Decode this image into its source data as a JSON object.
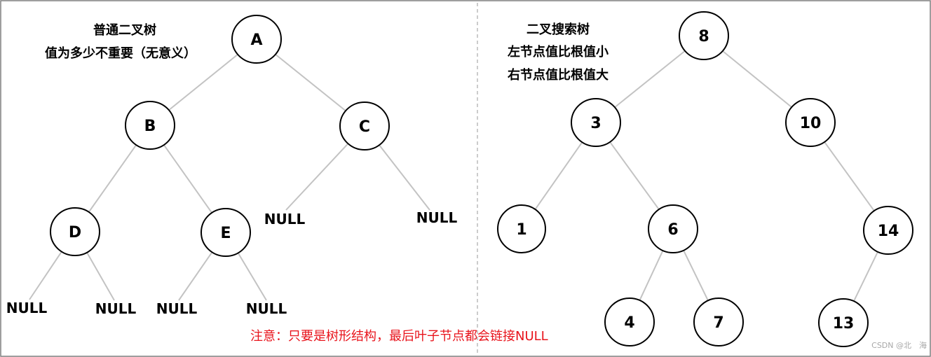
{
  "left_tree": {
    "caption_lines": [
      "普通二叉树",
      "值为多少不重要（无意义）"
    ],
    "nodes": [
      {
        "id": "a",
        "label": "A"
      },
      {
        "id": "b",
        "label": "B"
      },
      {
        "id": "c",
        "label": "C"
      },
      {
        "id": "d",
        "label": "D"
      },
      {
        "id": "e",
        "label": "E"
      }
    ],
    "nulls": [
      "NULL",
      "NULL",
      "NULL",
      "NULL",
      "NULL",
      "NULL"
    ],
    "edges": [
      [
        "a",
        "b"
      ],
      [
        "a",
        "c"
      ],
      [
        "b",
        "d"
      ],
      [
        "b",
        "e"
      ],
      [
        "c",
        "null-0"
      ],
      [
        "c",
        "null-1"
      ],
      [
        "d",
        "null-2"
      ],
      [
        "d",
        "null-3"
      ],
      [
        "e",
        "null-4"
      ],
      [
        "e",
        "null-5"
      ]
    ]
  },
  "right_tree": {
    "caption_lines": [
      "二叉搜索树",
      "左节点值比根值小",
      "右节点值比根值大"
    ],
    "nodes": [
      {
        "id": "n8",
        "label": "8"
      },
      {
        "id": "n3",
        "label": "3"
      },
      {
        "id": "n10",
        "label": "10"
      },
      {
        "id": "n1",
        "label": "1"
      },
      {
        "id": "n6",
        "label": "6"
      },
      {
        "id": "n14",
        "label": "14"
      },
      {
        "id": "n4",
        "label": "4"
      },
      {
        "id": "n7",
        "label": "7"
      },
      {
        "id": "n13",
        "label": "13"
      }
    ],
    "edges": [
      [
        "n8",
        "n3"
      ],
      [
        "n8",
        "n10"
      ],
      [
        "n3",
        "n1"
      ],
      [
        "n3",
        "n6"
      ],
      [
        "n10",
        "n14"
      ],
      [
        "n6",
        "n4"
      ],
      [
        "n6",
        "n7"
      ],
      [
        "n14",
        "n13"
      ]
    ]
  },
  "note": {
    "text": "注意：只要是树形结构，最后叶子节点都会链接NULL",
    "color": "#e8141c"
  },
  "watermark": "CSDN @北　海"
}
